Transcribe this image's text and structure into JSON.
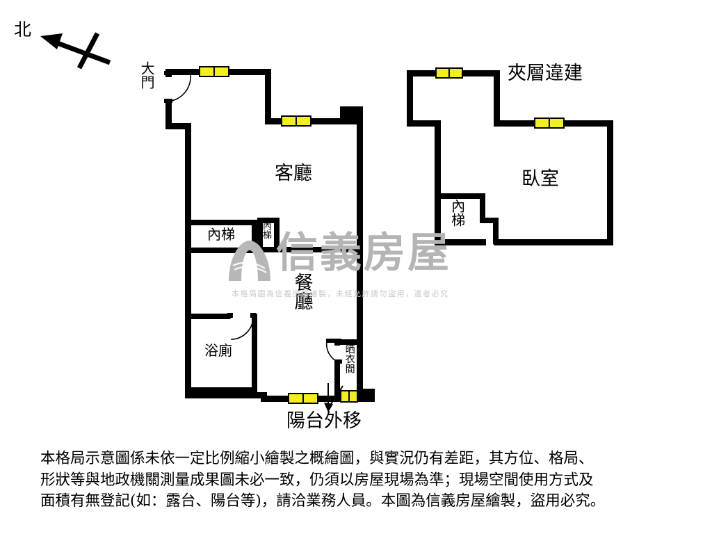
{
  "document": {
    "type": "floor-plan",
    "orientation_label": "北",
    "orientation_icon": "north-arrow-icon"
  },
  "units": {
    "left": {
      "entrance_label": "大門",
      "rooms": [
        {
          "id": "living-room",
          "label": "客廳",
          "icon": "room-label"
        },
        {
          "id": "dining-room",
          "label": "餐廳",
          "icon": "room-label"
        },
        {
          "id": "inner-stair-1",
          "label": "內梯",
          "icon": "stair-label"
        },
        {
          "id": "inner-stair-2",
          "label": "內梯",
          "icon": "stair-label"
        },
        {
          "id": "bathroom",
          "label": "浴廁",
          "icon": "room-label"
        },
        {
          "id": "laundry-room",
          "label": "晒衣間",
          "icon": "room-label"
        }
      ],
      "annotation": "陽台外移"
    },
    "right": {
      "title": "夾層違建",
      "rooms": [
        {
          "id": "bedroom",
          "label": "臥室",
          "icon": "room-label"
        },
        {
          "id": "inner-stair-3",
          "label": "內梯",
          "icon": "stair-label"
        }
      ]
    }
  },
  "watermark": {
    "brand": "信義房屋",
    "notice": "本格局圖為信義房屋繪製，未經允許請勿盜用，違者必究",
    "logo_icon": "sinyi-logo-icon",
    "color": "#b4b4b4"
  },
  "disclaimer": {
    "line1": "本格局示意圖係未依一定比例縮小繪製之概繪圖，與實況仍有差距，其方位、格局、",
    "line2": "形狀等與地政機關測量成果圖未必一致，仍須以房屋現場為準；現場空間使用方式及",
    "line3": "面積有無登記(如：露台、陽台等)，請洽業務人員。本圖為信義房屋繪製，盜用必究。"
  },
  "legend": {
    "window_color": "#f2ef1b",
    "wall_color": "#000000",
    "background_color": "#ffffff"
  }
}
